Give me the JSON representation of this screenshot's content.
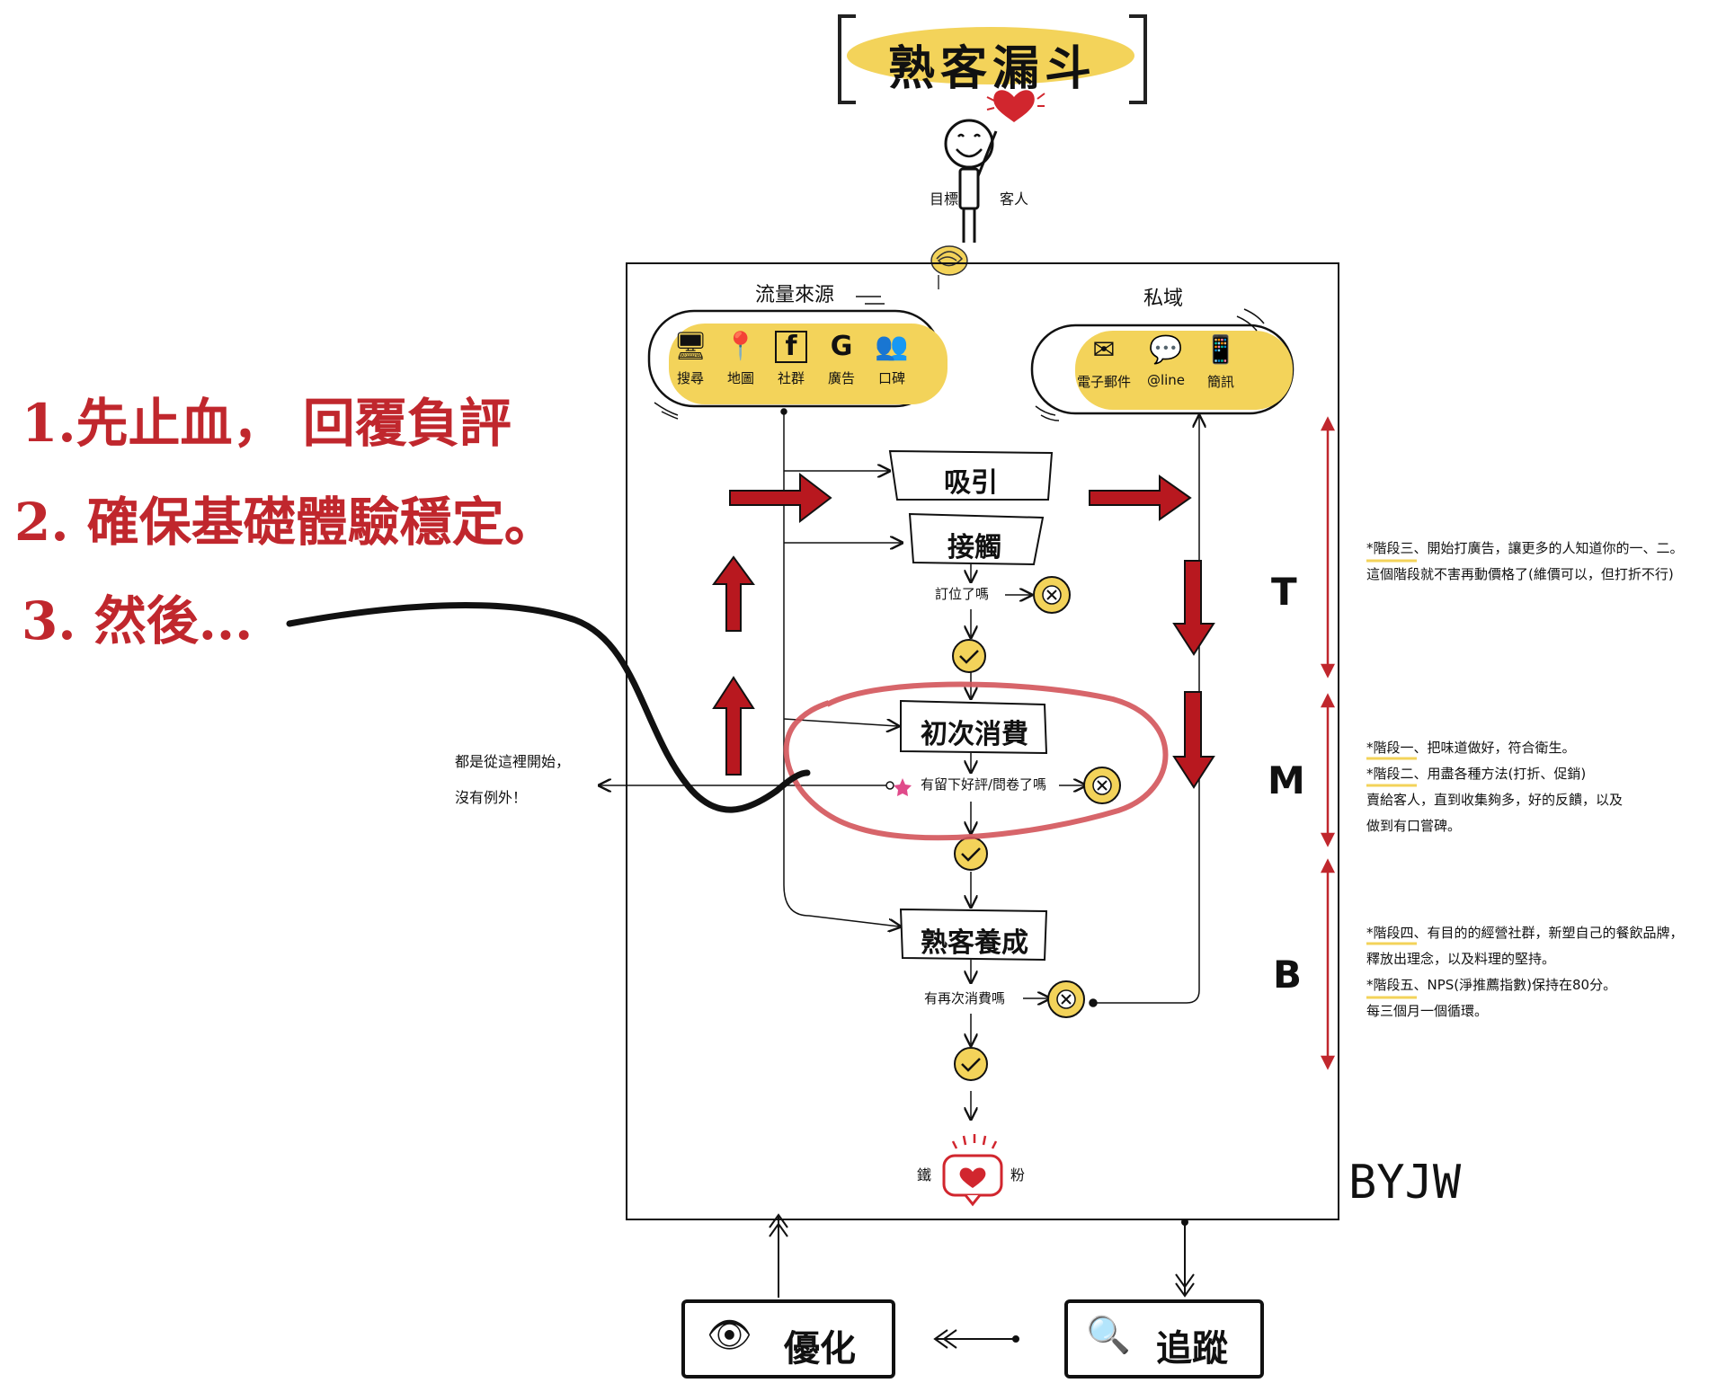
{
  "title": "熟客漏斗",
  "persona": {
    "left_label": "目標",
    "right_label": "客人"
  },
  "traffic_sources": {
    "title": "流量來源",
    "items": [
      {
        "icon": "monitor-icon",
        "label": "搜尋"
      },
      {
        "icon": "map-pin-icon",
        "label": "地圖"
      },
      {
        "icon": "facebook-icon",
        "label": "社群"
      },
      {
        "icon": "google-icon",
        "label": "廣告"
      },
      {
        "icon": "people-icon",
        "label": "口碑"
      }
    ]
  },
  "private_domain": {
    "title": "私域",
    "items": [
      {
        "icon": "email-icon",
        "label": "電子郵件"
      },
      {
        "icon": "chat-icon",
        "label": "@line"
      },
      {
        "icon": "phone-icon",
        "label": "簡訊"
      }
    ]
  },
  "stages": {
    "attract": "吸引",
    "contact": "接觸",
    "q1": "訂位了嗎",
    "first_purchase": "初次消費",
    "q2": "有留下好評/問卷了嗎",
    "nurture": "熟客養成",
    "q3": "有再次消費嗎",
    "fan": "鐵粉"
  },
  "side_note": {
    "line1": "都是從這裡開始，",
    "line2": "沒有例外！"
  },
  "steps": {
    "s1": "1.先止血， 回覆負評",
    "s2": "2. 確保基礎體驗穩定。",
    "s3": "3. 然後..."
  },
  "funnel_levels": {
    "t": "T",
    "m": "M",
    "b": "B"
  },
  "notes": {
    "t": [
      "*階段三、開始打廣告，讓更多的人知道你的一、二。",
      "這個階段就不害再動價格了(維價可以，但打折不行)"
    ],
    "m": [
      "*階段一、把味道做好，符合衛生。",
      "*階段二、用盡各種方法(打折、促銷)",
      "賣給客人，直到收集夠多，好的反饋，以及",
      "做到有口嘗碑。"
    ],
    "b": [
      "*階段四、有目的的經營社群，新塑自己的餐飲品牌，",
      "釋放出理念，以及料理的堅持。",
      "*階段五、NPS(淨推薦指數)保持在80分。",
      "每三個月一個循環。"
    ]
  },
  "signature": "BYJW",
  "bottom": {
    "optimize": "優化",
    "track": "追蹤"
  },
  "colors": {
    "highlight": "#f3d35a",
    "arrow_red": "#b8181f",
    "circle_red": "#d3545a",
    "check": "#f3d35a"
  }
}
